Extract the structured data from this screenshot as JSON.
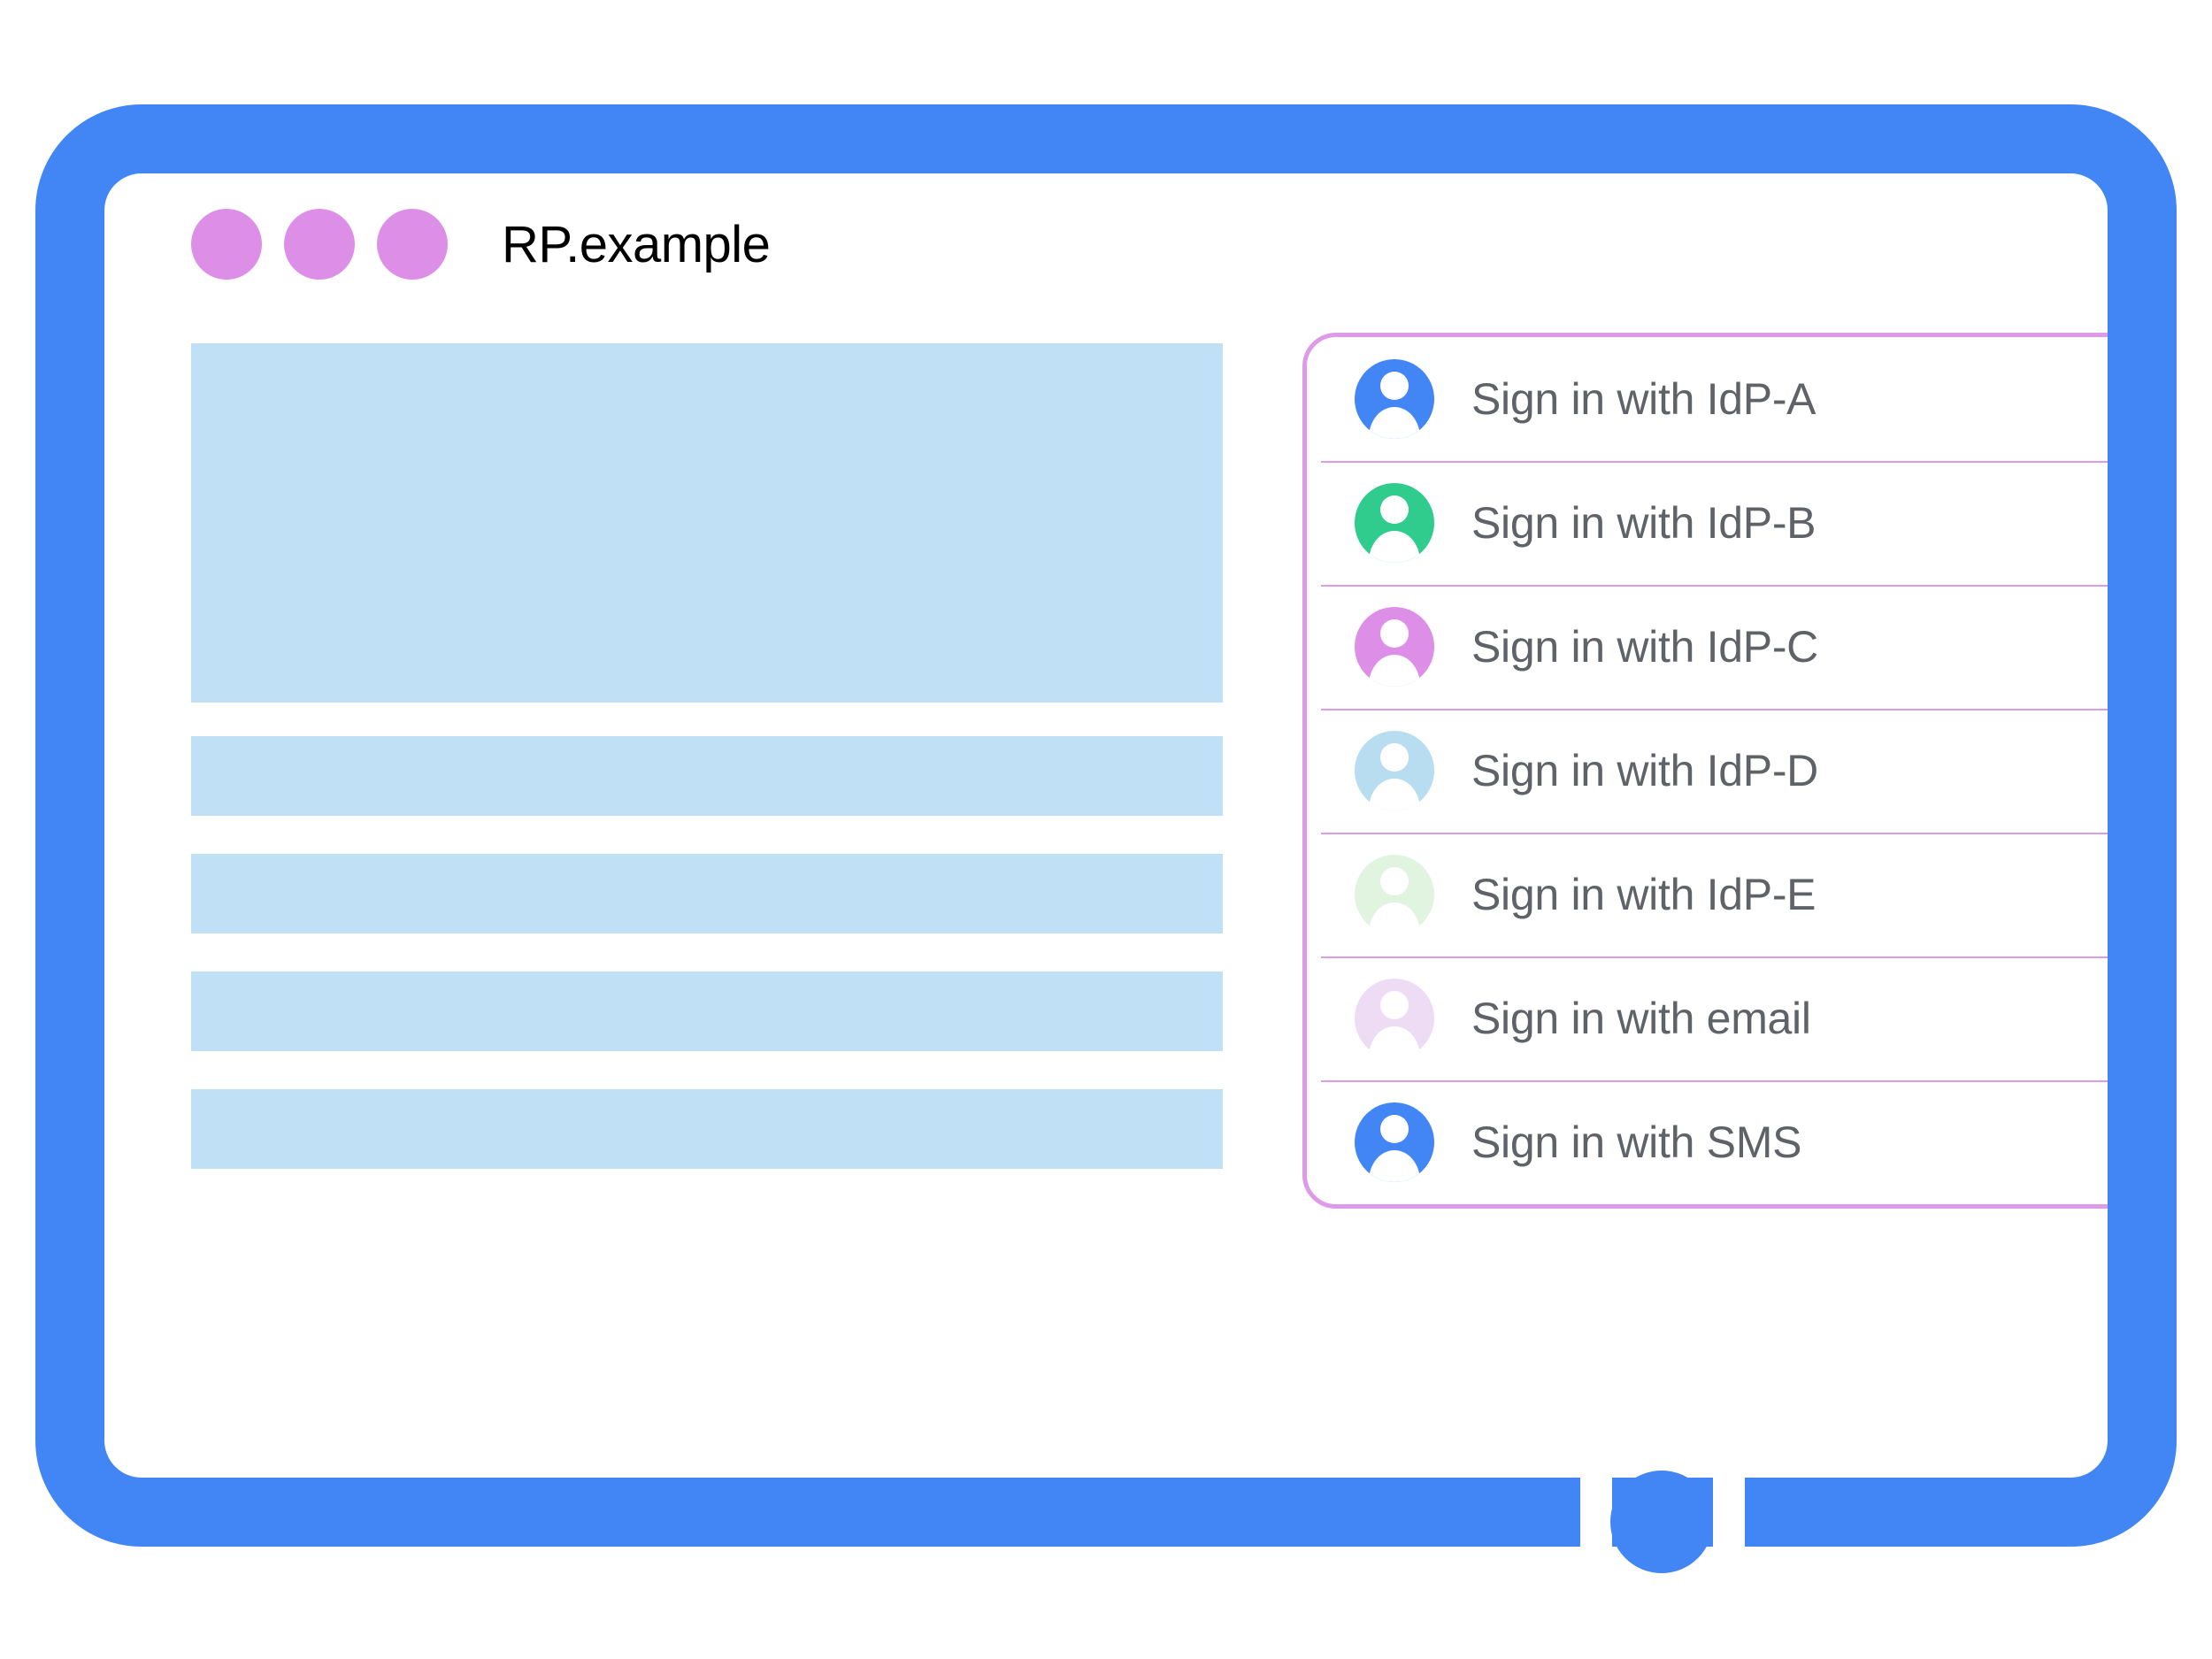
{
  "browser": {
    "site_title": "RP.example",
    "window_dots": [
      "window-dot-1",
      "window-dot-2",
      "window-dot-3"
    ],
    "dot_color": "#dd8fe8"
  },
  "device": {
    "frame_color": "#4285f4",
    "home_button": "home-button"
  },
  "page_content": {
    "skeleton_blocks": [
      {
        "name": "hero-placeholder",
        "kind": "hero"
      },
      {
        "name": "text-placeholder-1",
        "kind": "bar"
      },
      {
        "name": "text-placeholder-2",
        "kind": "bar"
      },
      {
        "name": "text-placeholder-3",
        "kind": "bar"
      },
      {
        "name": "text-placeholder-4",
        "kind": "bar"
      }
    ],
    "skeleton_color": "#bfe0f5"
  },
  "account_chooser": {
    "border_color": "#dd9ae8",
    "divider_color": "#dd9ae8",
    "label_color": "#5f6368",
    "items": [
      {
        "label": "Sign in with IdP-A",
        "avatar_icon": "person-avatar-icon",
        "avatar_color": "#4285f4"
      },
      {
        "label": "Sign in with IdP-B",
        "avatar_icon": "person-avatar-icon",
        "avatar_color": "#30cc8d"
      },
      {
        "label": "Sign in with IdP-C",
        "avatar_icon": "person-avatar-icon",
        "avatar_color": "#dd8fe8"
      },
      {
        "label": "Sign in with IdP-D",
        "avatar_icon": "person-avatar-icon",
        "avatar_color": "#b8dcf0"
      },
      {
        "label": "Sign in with IdP-E",
        "avatar_icon": "person-avatar-icon",
        "avatar_color": "#e0f4e0"
      },
      {
        "label": "Sign in with email",
        "avatar_icon": "person-avatar-icon",
        "avatar_color": "#eedcf4"
      },
      {
        "label": "Sign in with SMS",
        "avatar_icon": "person-avatar-icon",
        "avatar_color": "#4285f4"
      }
    ]
  }
}
